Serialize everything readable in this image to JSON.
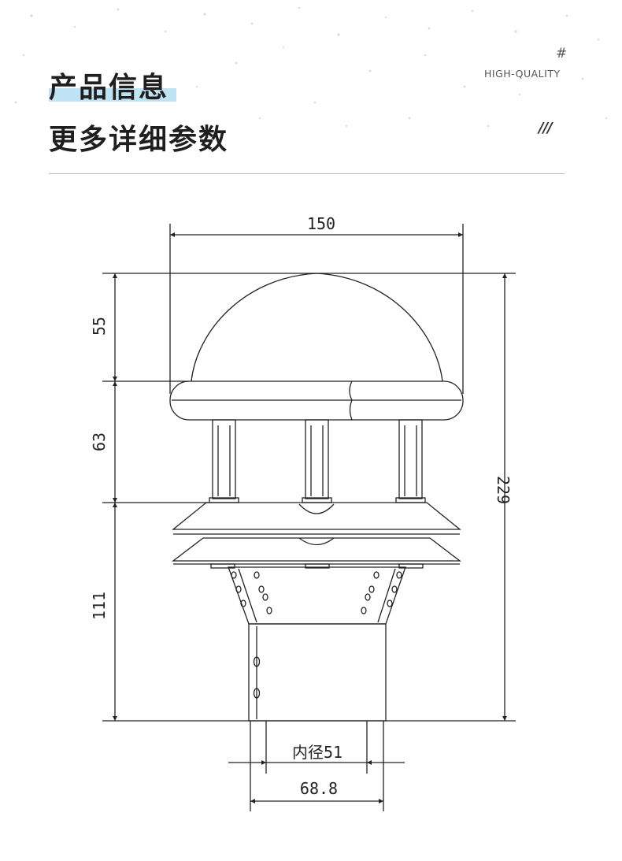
{
  "header": {
    "title_line1": "产品信息",
    "title_line2": "更多详细参数",
    "hash_mark": "#",
    "tagline": "HIGH-QUALITY",
    "slashes": "///"
  },
  "drawing": {
    "dim_total_width": "150",
    "dim_dome_height": "55",
    "dim_pillar_height": "63",
    "dim_base_height": "111",
    "dim_total_height": "229",
    "dim_inner_diameter": "内径51",
    "dim_outer_diameter": "68.8"
  },
  "colors": {
    "accent_highlight": "#bfe3f3",
    "line": "#222222"
  }
}
